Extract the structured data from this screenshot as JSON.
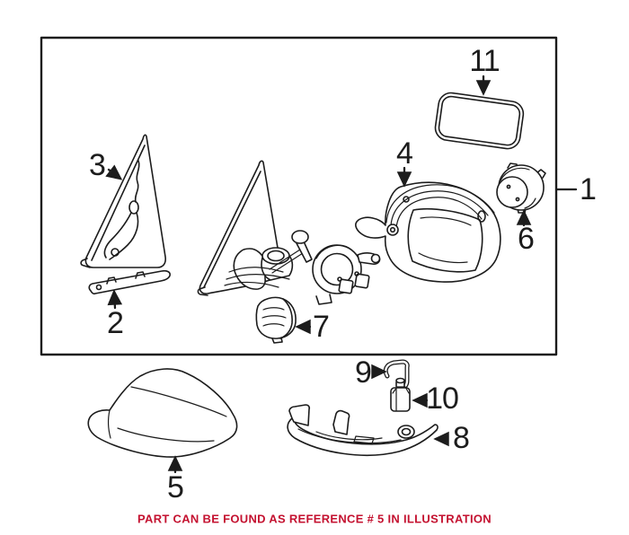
{
  "figure": {
    "callouts": [
      {
        "label": "11"
      },
      {
        "label": "3"
      },
      {
        "label": "4"
      },
      {
        "label": "6"
      },
      {
        "label": "1"
      },
      {
        "label": "2"
      },
      {
        "label": "7"
      },
      {
        "label": "5"
      },
      {
        "label": "9"
      },
      {
        "label": "10"
      },
      {
        "label": "8"
      }
    ]
  },
  "caption": {
    "text": "PART CAN BE FOUND AS REFERENCE # 5 IN ILLUSTRATION"
  },
  "colors": {
    "line": "#1c1c1c",
    "caption": "#c41230",
    "background": "#ffffff"
  }
}
